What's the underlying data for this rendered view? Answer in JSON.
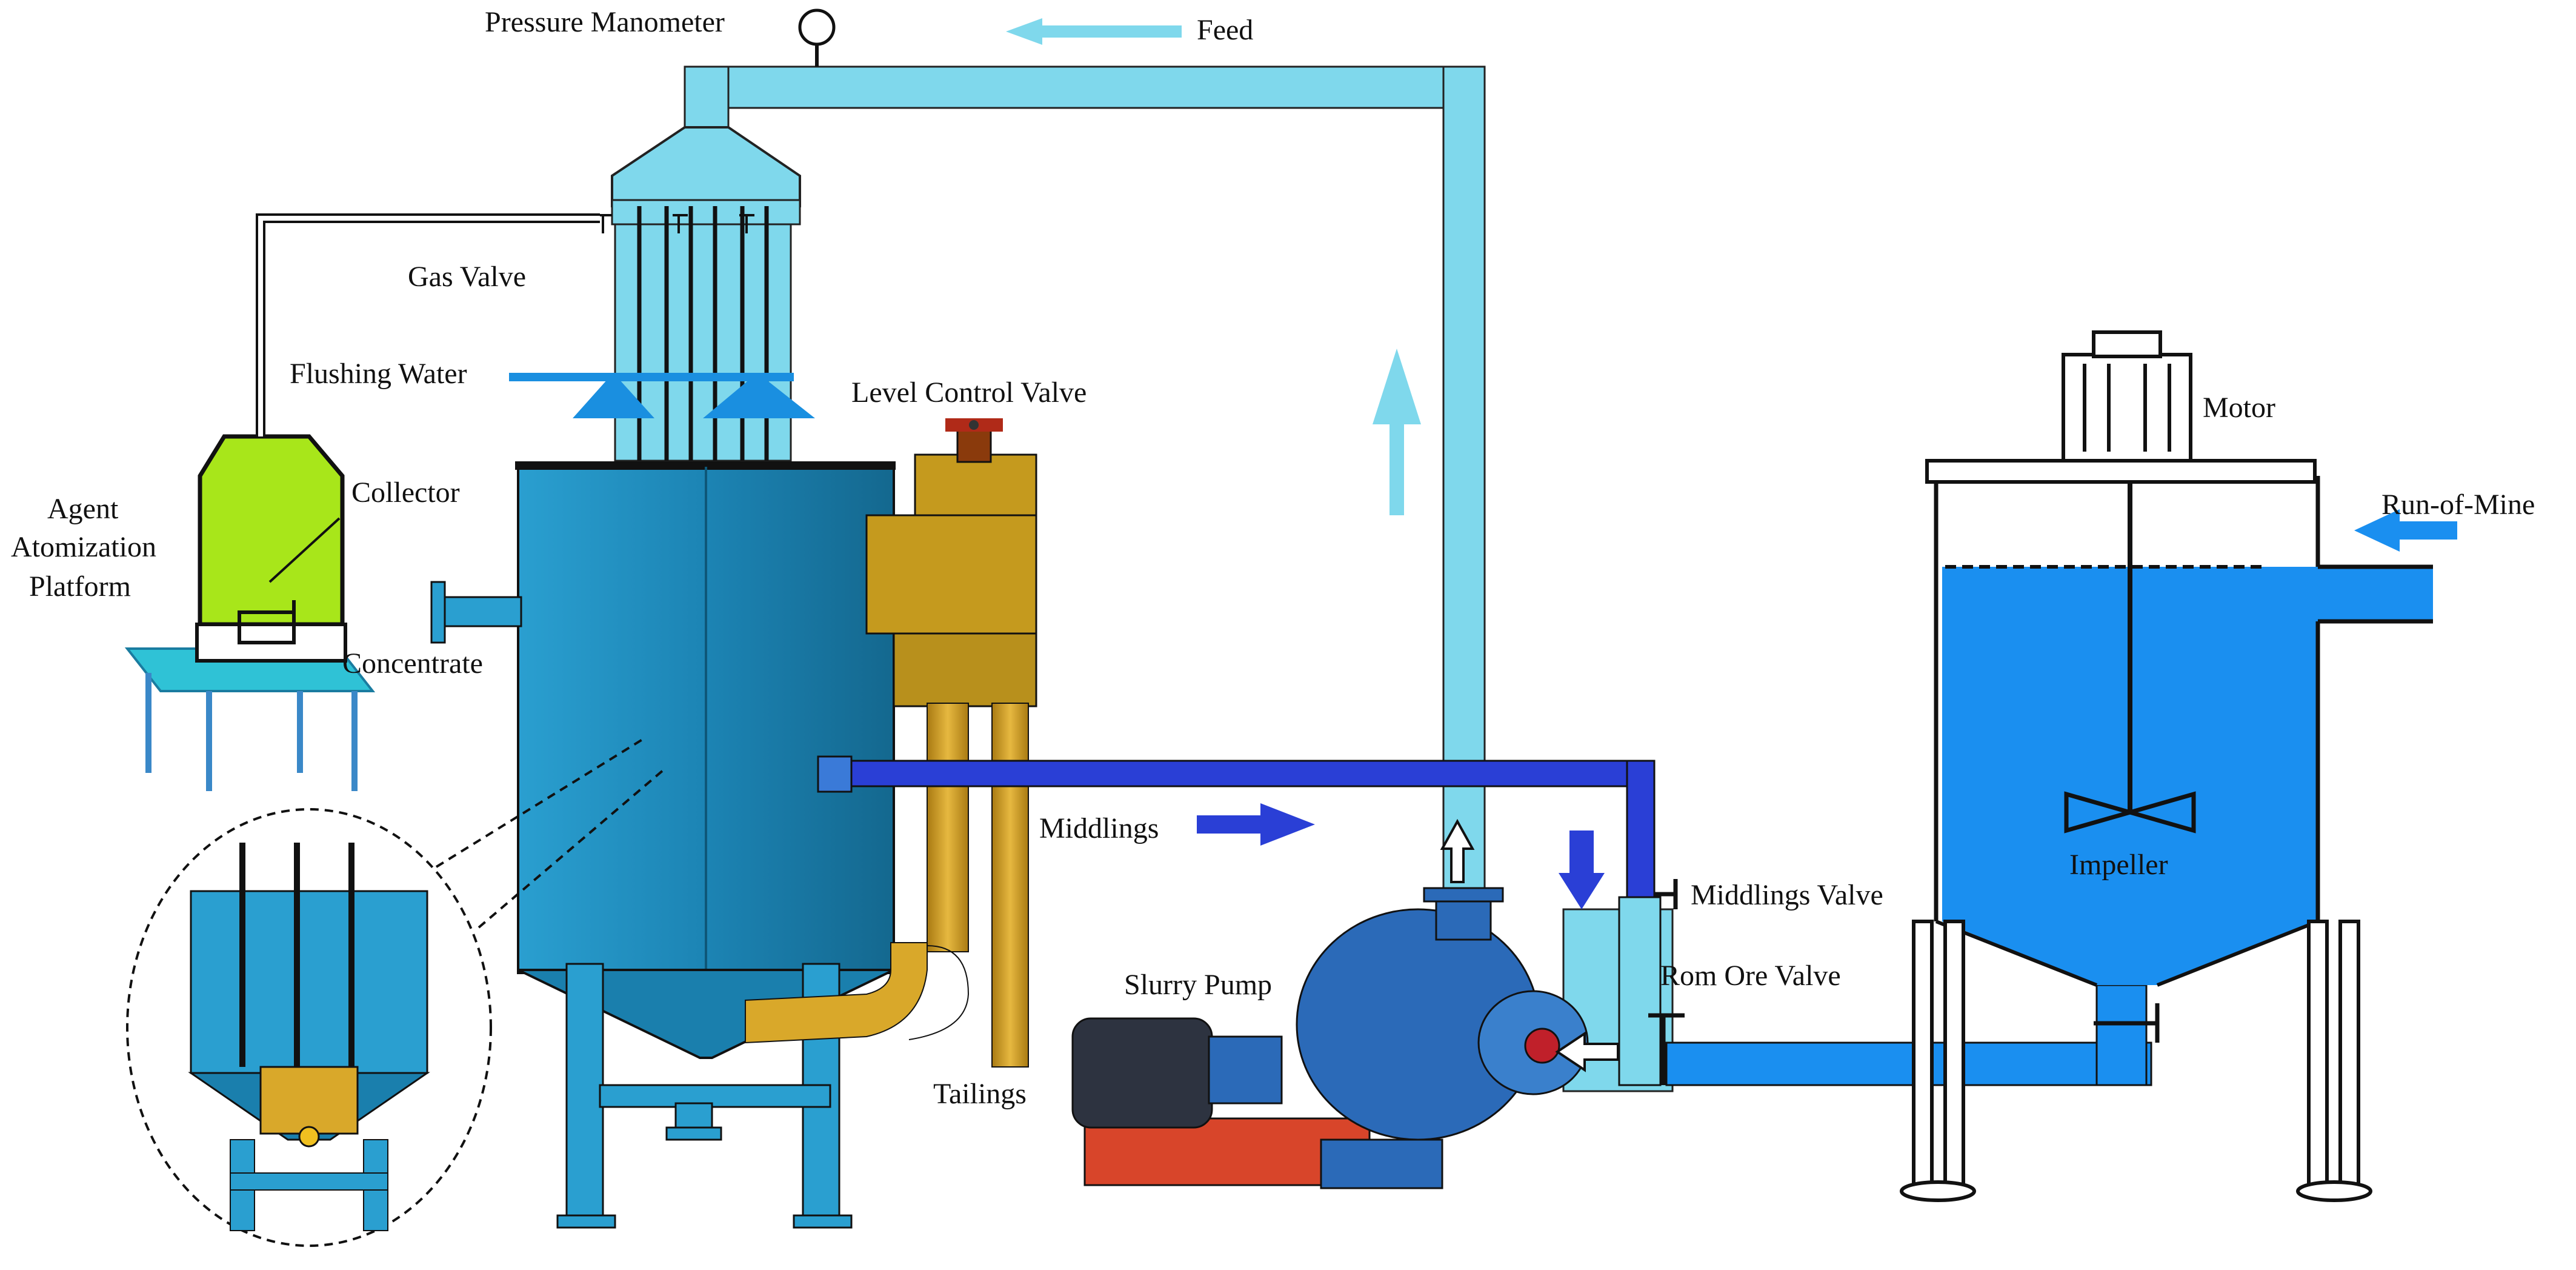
{
  "labels": {
    "pressure_manometer": "Pressure Manometer",
    "feed": "Feed",
    "gas_valve": "Gas Valve",
    "flushing_water": "Flushing Water",
    "level_control_valve": "Level Control Valve",
    "collector": "Collector",
    "agent_line1": "Agent",
    "agent_line2": "Atomization",
    "agent_line3": "Platform",
    "concentrate": "Concentrate",
    "middlings": "Middlings",
    "middlings_valve": "Middlings Valve",
    "rom_ore_valve": "Rom Ore Valve",
    "slurry_pump": "Slurry Pump",
    "tailings": "Tailings",
    "motor": "Motor",
    "run_of_mine": "Run-of-Mine",
    "impeller": "Impeller"
  },
  "colors": {
    "feed_pipe": "#7fd8ec",
    "column_blue": "#1f86b3",
    "middlings_pipe": "#2a3fd6",
    "tank_fill": "#1a8ff0",
    "collector_liquid": "#a8e61a",
    "level_box": "#c59a1e",
    "tailings_pipe": "#d9a82a",
    "pump_blue": "#2b6ab8",
    "pump_base": "#d8452a"
  }
}
